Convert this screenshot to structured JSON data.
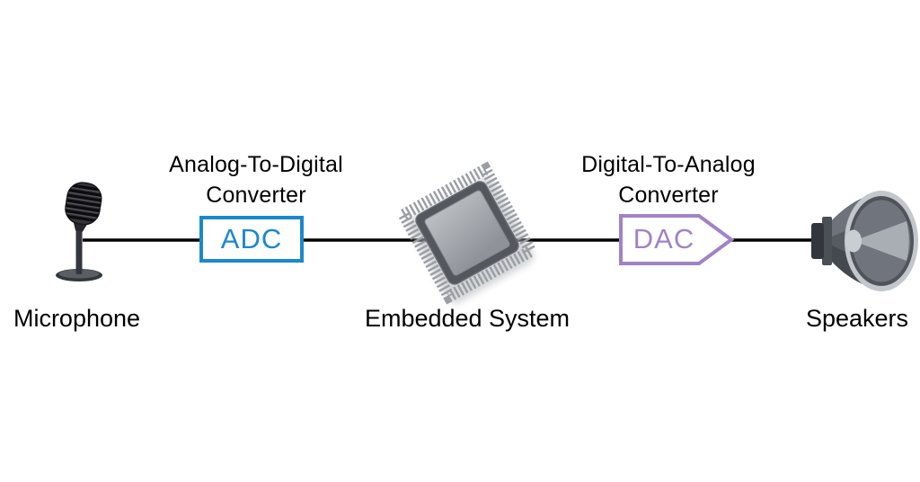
{
  "diagram": {
    "background_color": "#ffffff",
    "signal_line_color": "#000000",
    "microphone": {
      "caption": "Microphone"
    },
    "adc": {
      "title_line1": "Analog-To-Digital",
      "title_line2": "Converter",
      "abbr": "ADC",
      "accent_color": "#1B88CC"
    },
    "embedded_system": {
      "caption": "Embedded System"
    },
    "dac": {
      "title_line1": "Digital-To-Analog",
      "title_line2": "Converter",
      "abbr": "DAC",
      "accent_color": "#A083C6"
    },
    "speakers": {
      "caption": "Speakers"
    },
    "icons": {
      "microphone-icon": "svg-shape",
      "chip-icon": "svg-shape",
      "speaker-icon": "svg-shape",
      "dac-arrow-shape": "svg-pentagon"
    }
  }
}
